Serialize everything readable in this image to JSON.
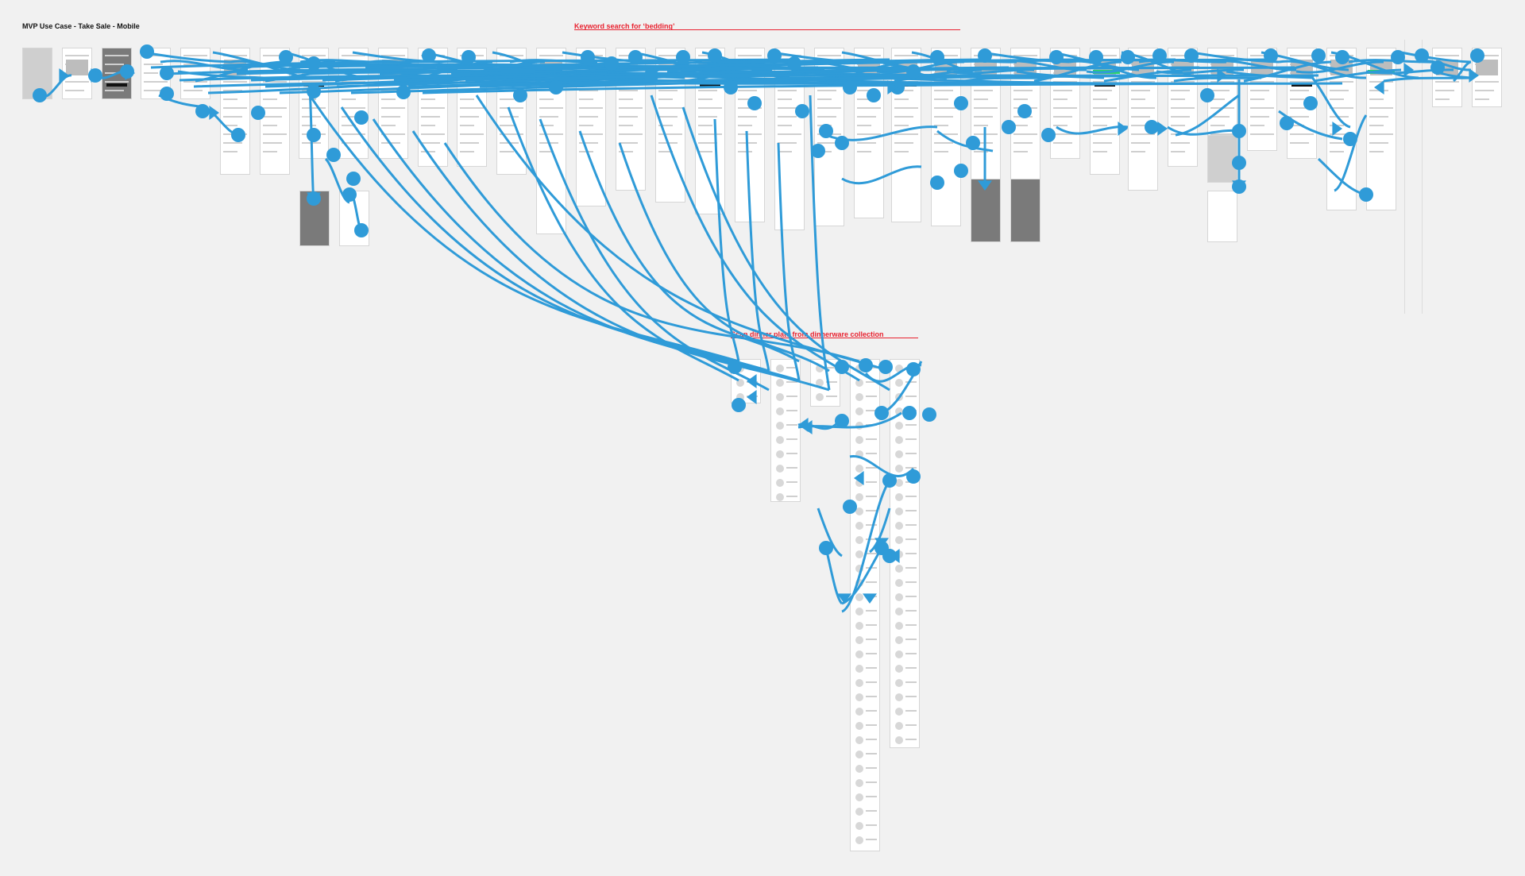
{
  "board": {
    "title": "MVP Use Case - Take Sale - Mobile"
  },
  "sections": [
    {
      "id": "keyword",
      "label": "Keyword search for ‘bedding’"
    },
    {
      "id": "scan",
      "label": "Scan dinner plate from dinnerware collection"
    }
  ],
  "colors": {
    "background": "#f1f1f1",
    "connector": "#2f9bd8",
    "section_accent": "#e8212f",
    "highlight_green": "#2bd36b"
  },
  "icons": [
    "connector-node-icon",
    "arrowhead-icon"
  ]
}
